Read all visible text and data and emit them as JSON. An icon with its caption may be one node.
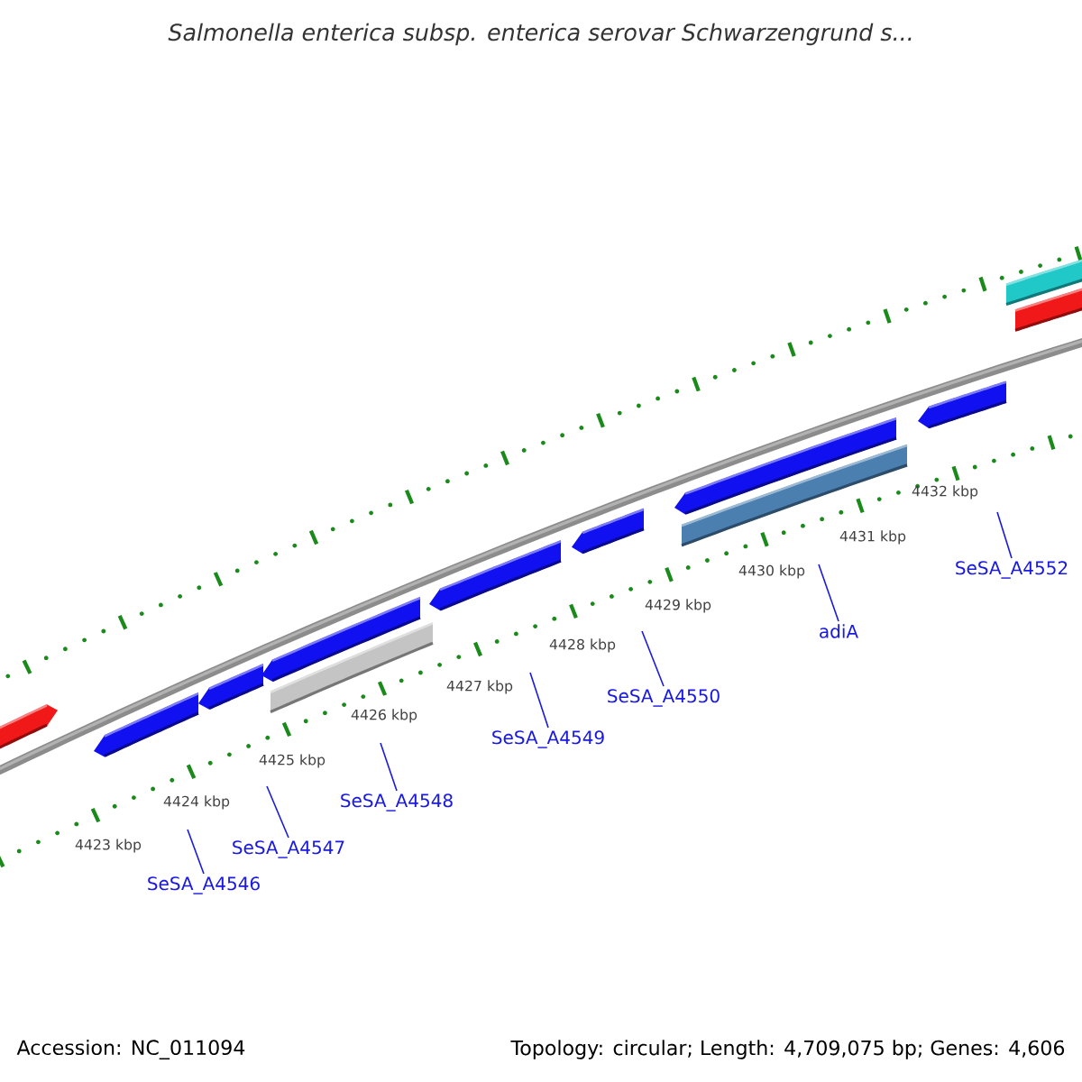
{
  "diagram": {
    "title": "*Salmonella enterica* subsp. *enterica* serovar Schwarzengrund s...",
    "nodes": [
      {
        "text": [
          "SeSA_A4546"
        ]
      },
      {
        "text": [
          "SeSA_A4547"
        ]
      },
      {
        "text": [
          "SeSA_A4548"
        ]
      },
      {
        "text": [
          "SeSA_A4549"
        ]
      },
      {
        "text": [
          "SeSA_A4550"
        ]
      },
      {
        "text": [
          "adiA"
        ]
      },
      {
        "text": [
          "SeSA_A4552"
        ]
      }
    ],
    "edges": [
      {
        "from": 0,
        "to": null,
        "arrow": "none"
      },
      {
        "from": 1,
        "to": null,
        "arrow": "none"
      },
      {
        "from": 2,
        "to": null,
        "arrow": "none"
      },
      {
        "from": 3,
        "to": null,
        "arrow": "none"
      },
      {
        "from": 4,
        "to": null,
        "arrow": "none"
      },
      {
        "from": 5,
        "to": null,
        "arrow": "none"
      },
      {
        "from": 6,
        "to": null,
        "arrow": "none"
      }
    ],
    "labels": [
      "4423 kbp",
      "4424 kbp",
      "4425 kbp",
      "4426 kbp",
      "4427 kbp",
      "4428 kbp",
      "4429 kbp",
      "4430 kbp",
      "4431 kbp",
      "4432 kbp",
      "Accession: NC_011094",
      "Topology: circular; Length: 4,709,075 bp; Genes: 4,606"
    ]
  }
}
